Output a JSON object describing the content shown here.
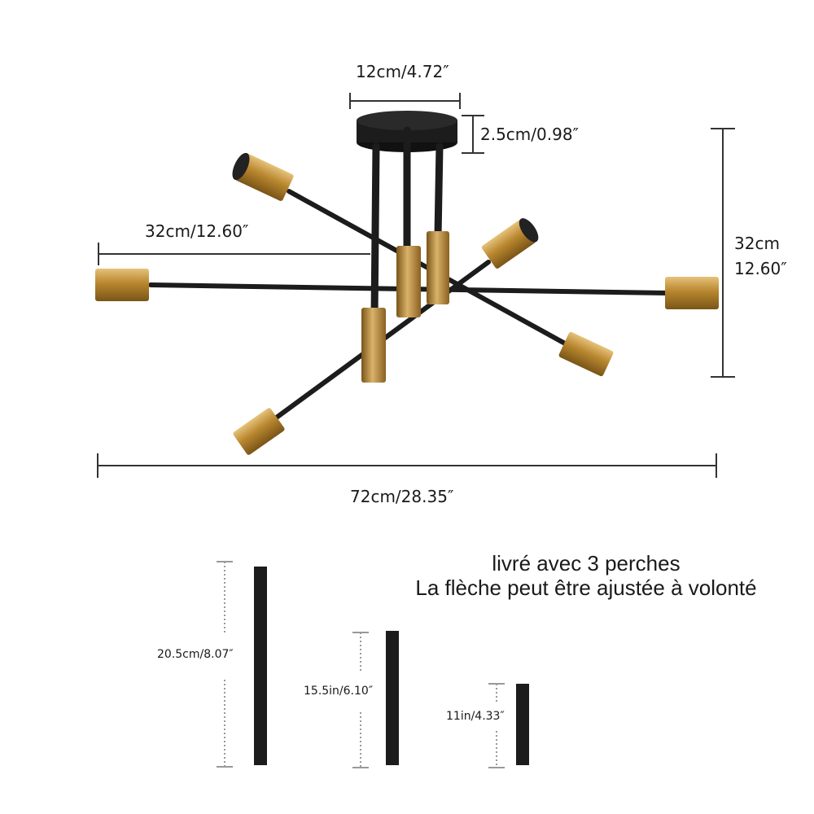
{
  "dimensions": {
    "canopy_width": "12cm/4.72″",
    "canopy_height": "2.5cm/0.98″",
    "arm_length": "32cm/12.60″",
    "height_cm": "32cm",
    "height_in": "12.60″",
    "total_width": "72cm/28.35″"
  },
  "rods": {
    "long": "20.5cm/8.07″",
    "medium": "15.5in/6.10″",
    "short": "11in/4.33″"
  },
  "note": {
    "line1": "livré avec 3 perches",
    "line2": "La flèche peut être ajustée à volonté"
  },
  "colors": {
    "gold": "#b8862e",
    "black": "#1c1c1c",
    "dim_line": "#333333"
  }
}
